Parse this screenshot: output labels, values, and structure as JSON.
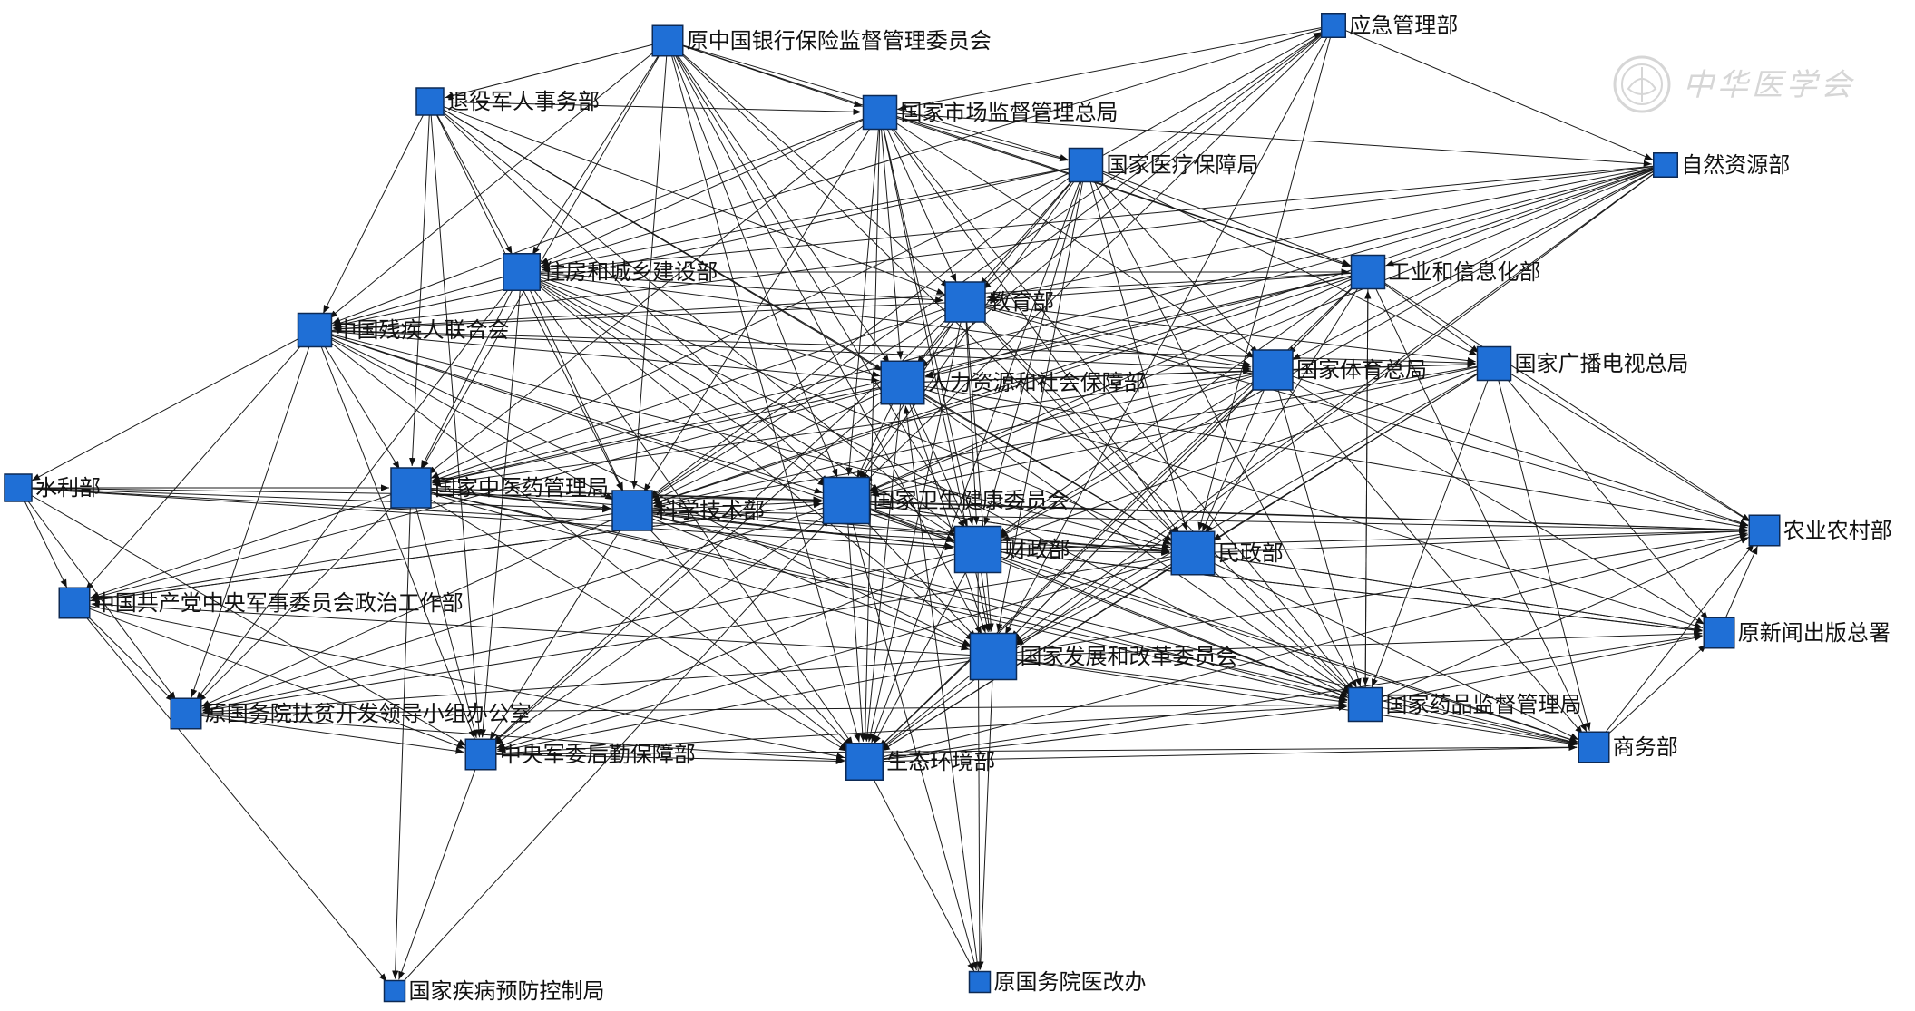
{
  "diagram": {
    "node_color": "#1f6fd6",
    "edge_color": "#1a1a1a",
    "watermark": {
      "text": "中华医学会",
      "icon": "seal-logo"
    },
    "nodes": [
      {
        "id": "yjglb",
        "label": "应急管理部",
        "degree": 3
      },
      {
        "id": "cbirc",
        "label": "原中国银行保险监督管理委员会",
        "degree": 5
      },
      {
        "id": "tyjr",
        "label": "退役军人事务部",
        "degree": 4
      },
      {
        "id": "scjg",
        "label": "国家市场监督管理总局",
        "degree": 6
      },
      {
        "id": "ylbz",
        "label": "国家医疗保障局",
        "degree": 6
      },
      {
        "id": "zrzy",
        "label": "自然资源部",
        "degree": 3
      },
      {
        "id": "zfcx",
        "label": "住房和城乡建设部",
        "degree": 7
      },
      {
        "id": "gxb",
        "label": "工业和信息化部",
        "degree": 6
      },
      {
        "id": "jyb",
        "label": "教育部",
        "degree": 8
      },
      {
        "id": "cl",
        "label": "中国残疾人联合会",
        "degree": 6
      },
      {
        "id": "rsb",
        "label": "人力资源和社会保障部",
        "degree": 9
      },
      {
        "id": "tyzj",
        "label": "国家体育总局",
        "degree": 8
      },
      {
        "id": "gbds",
        "label": "国家广播电视总局",
        "degree": 6
      },
      {
        "id": "slb",
        "label": "水利部",
        "degree": 4
      },
      {
        "id": "zyyj",
        "label": "国家中医药管理局",
        "degree": 8
      },
      {
        "id": "kjb",
        "label": "科学技术部",
        "degree": 8
      },
      {
        "id": "wjw",
        "label": "国家卫生健康委员会",
        "degree": 10
      },
      {
        "id": "czb",
        "label": "财政部",
        "degree": 10
      },
      {
        "id": "mzb",
        "label": "民政部",
        "degree": 9
      },
      {
        "id": "nync",
        "label": "农业农村部",
        "degree": 5
      },
      {
        "id": "zzgz",
        "label": "中国共产党中央军事委员会政治工作部",
        "degree": 5
      },
      {
        "id": "xwcb",
        "label": "原新闻出版总署",
        "degree": 5
      },
      {
        "id": "fgw",
        "label": "国家发展和改革委员会",
        "degree": 10
      },
      {
        "id": "fpb",
        "label": "原国务院扶贫开发领导小组办公室",
        "degree": 5
      },
      {
        "id": "ypjg",
        "label": "国家药品监督管理局",
        "degree": 6
      },
      {
        "id": "hqbz",
        "label": "中央军委后勤保障部",
        "degree": 5
      },
      {
        "id": "sthj",
        "label": "生态环境部",
        "degree": 7
      },
      {
        "id": "swb",
        "label": "商务部",
        "degree": 5
      },
      {
        "id": "jkzx",
        "label": "国家疾病预防控制局",
        "degree": 2
      },
      {
        "id": "ygb",
        "label": "原国务院医改办",
        "degree": 2
      }
    ],
    "edges": [
      [
        "cbirc",
        "scjg"
      ],
      [
        "cbirc",
        "tyjr"
      ],
      [
        "cbirc",
        "zfcx"
      ],
      [
        "cbirc",
        "jyb"
      ],
      [
        "cbirc",
        "rsb"
      ],
      [
        "cbirc",
        "wjw"
      ],
      [
        "cbirc",
        "czb"
      ],
      [
        "cbirc",
        "mzb"
      ],
      [
        "cbirc",
        "fgw"
      ],
      [
        "cbirc",
        "kjb"
      ],
      [
        "cbirc",
        "ylbz"
      ],
      [
        "cbirc",
        "sthj"
      ],
      [
        "cbirc",
        "zyyj"
      ],
      [
        "cbirc",
        "gxb"
      ],
      [
        "cbirc",
        "cl"
      ],
      [
        "tyjr",
        "zfcx"
      ],
      [
        "tyjr",
        "cl"
      ],
      [
        "tyjr",
        "scjg"
      ],
      [
        "tyjr",
        "jyb"
      ],
      [
        "tyjr",
        "rsb"
      ],
      [
        "tyjr",
        "wjw"
      ],
      [
        "tyjr",
        "czb"
      ],
      [
        "tyjr",
        "zyyj"
      ],
      [
        "tyjr",
        "kjb"
      ],
      [
        "tyjr",
        "hqbz"
      ],
      [
        "tyjr",
        "mzb"
      ],
      [
        "scjg",
        "ylbz"
      ],
      [
        "scjg",
        "zfcx"
      ],
      [
        "scjg",
        "jyb"
      ],
      [
        "scjg",
        "rsb"
      ],
      [
        "scjg",
        "wjw"
      ],
      [
        "scjg",
        "czb"
      ],
      [
        "scjg",
        "mzb"
      ],
      [
        "scjg",
        "fgw"
      ],
      [
        "scjg",
        "kjb"
      ],
      [
        "scjg",
        "zyyj"
      ],
      [
        "scjg",
        "gxb"
      ],
      [
        "scjg",
        "tyzj"
      ],
      [
        "scjg",
        "ypjg"
      ],
      [
        "scjg",
        "sthj"
      ],
      [
        "scjg",
        "zrzy"
      ],
      [
        "scjg",
        "cl"
      ],
      [
        "ylbz",
        "zfcx"
      ],
      [
        "ylbz",
        "jyb"
      ],
      [
        "ylbz",
        "rsb"
      ],
      [
        "ylbz",
        "wjw"
      ],
      [
        "ylbz",
        "czb"
      ],
      [
        "ylbz",
        "mzb"
      ],
      [
        "ylbz",
        "fgw"
      ],
      [
        "ylbz",
        "kjb"
      ],
      [
        "ylbz",
        "zyyj"
      ],
      [
        "ylbz",
        "gxb"
      ],
      [
        "ylbz",
        "tyzj"
      ],
      [
        "ylbz",
        "gbds"
      ],
      [
        "ylbz",
        "ypjg"
      ],
      [
        "ylbz",
        "sthj"
      ],
      [
        "ylbz",
        "cl"
      ],
      [
        "ylbz",
        "yjglb"
      ],
      [
        "yjglb",
        "scjg"
      ],
      [
        "yjglb",
        "zrzy"
      ],
      [
        "yjglb",
        "jyb"
      ],
      [
        "yjglb",
        "rsb"
      ],
      [
        "yjglb",
        "wjw"
      ],
      [
        "yjglb",
        "fgw"
      ],
      [
        "yjglb",
        "mzb"
      ],
      [
        "yjglb",
        "kjb"
      ],
      [
        "yjglb",
        "zfcx"
      ],
      [
        "zrzy",
        "gxb"
      ],
      [
        "zrzy",
        "jyb"
      ],
      [
        "zrzy",
        "zfcx"
      ],
      [
        "zrzy",
        "wjw"
      ],
      [
        "zrzy",
        "rsb"
      ],
      [
        "zrzy",
        "fgw"
      ],
      [
        "zrzy",
        "czb"
      ],
      [
        "zrzy",
        "kjb"
      ],
      [
        "zrzy",
        "cl"
      ],
      [
        "zrzy",
        "tyzj"
      ],
      [
        "zrzy",
        "sthj"
      ],
      [
        "zrzy",
        "zyyj"
      ],
      [
        "zfcx",
        "jyb"
      ],
      [
        "zfcx",
        "rsb"
      ],
      [
        "zfcx",
        "wjw"
      ],
      [
        "zfcx",
        "czb"
      ],
      [
        "zfcx",
        "mzb"
      ],
      [
        "zfcx",
        "fgw"
      ],
      [
        "zfcx",
        "kjb"
      ],
      [
        "zfcx",
        "zyyj"
      ],
      [
        "zfcx",
        "gxb"
      ],
      [
        "zfcx",
        "cl"
      ],
      [
        "zfcx",
        "sthj"
      ],
      [
        "zfcx",
        "hqbz"
      ],
      [
        "zfcx",
        "tyzj"
      ],
      [
        "zfcx",
        "ypjg"
      ],
      [
        "zfcx",
        "fpb"
      ],
      [
        "gxb",
        "jyb"
      ],
      [
        "gxb",
        "rsb"
      ],
      [
        "gxb",
        "wjw"
      ],
      [
        "gxb",
        "czb"
      ],
      [
        "gxb",
        "mzb"
      ],
      [
        "gxb",
        "fgw"
      ],
      [
        "gxb",
        "kjb"
      ],
      [
        "gxb",
        "tyzj"
      ],
      [
        "gxb",
        "gbds"
      ],
      [
        "gxb",
        "ypjg"
      ],
      [
        "gxb",
        "sthj"
      ],
      [
        "gxb",
        "cl"
      ],
      [
        "gxb",
        "nync"
      ],
      [
        "gxb",
        "zyyj"
      ],
      [
        "gxb",
        "swb"
      ],
      [
        "jyb",
        "rsb"
      ],
      [
        "jyb",
        "wjw"
      ],
      [
        "jyb",
        "czb"
      ],
      [
        "jyb",
        "mzb"
      ],
      [
        "jyb",
        "fgw"
      ],
      [
        "jyb",
        "kjb"
      ],
      [
        "jyb",
        "tyzj"
      ],
      [
        "jyb",
        "cl"
      ],
      [
        "jyb",
        "zyyj"
      ],
      [
        "jyb",
        "gbds"
      ],
      [
        "jyb",
        "sthj"
      ],
      [
        "jyb",
        "ypjg"
      ],
      [
        "jyb",
        "nync"
      ],
      [
        "jyb",
        "hqbz"
      ],
      [
        "cl",
        "rsb"
      ],
      [
        "cl",
        "wjw"
      ],
      [
        "cl",
        "czb"
      ],
      [
        "cl",
        "mzb"
      ],
      [
        "cl",
        "fgw"
      ],
      [
        "cl",
        "kjb"
      ],
      [
        "cl",
        "zyyj"
      ],
      [
        "cl",
        "slb"
      ],
      [
        "cl",
        "zzgz"
      ],
      [
        "cl",
        "fpb"
      ],
      [
        "cl",
        "hqbz"
      ],
      [
        "cl",
        "sthj"
      ],
      [
        "cl",
        "tyzj"
      ],
      [
        "cl",
        "gbds"
      ],
      [
        "rsb",
        "wjw"
      ],
      [
        "rsb",
        "czb"
      ],
      [
        "rsb",
        "mzb"
      ],
      [
        "rsb",
        "fgw"
      ],
      [
        "rsb",
        "kjb"
      ],
      [
        "rsb",
        "tyzj"
      ],
      [
        "rsb",
        "zyyj"
      ],
      [
        "rsb",
        "gbds"
      ],
      [
        "rsb",
        "sthj"
      ],
      [
        "rsb",
        "ypjg"
      ],
      [
        "rsb",
        "nync"
      ],
      [
        "rsb",
        "hqbz"
      ],
      [
        "rsb",
        "xwcb"
      ],
      [
        "rsb",
        "zzgz"
      ],
      [
        "tyzj",
        "wjw"
      ],
      [
        "tyzj",
        "czb"
      ],
      [
        "tyzj",
        "mzb"
      ],
      [
        "tyzj",
        "fgw"
      ],
      [
        "tyzj",
        "kjb"
      ],
      [
        "tyzj",
        "gbds"
      ],
      [
        "tyzj",
        "ypjg"
      ],
      [
        "tyzj",
        "sthj"
      ],
      [
        "tyzj",
        "nync"
      ],
      [
        "tyzj",
        "xwcb"
      ],
      [
        "tyzj",
        "swb"
      ],
      [
        "tyzj",
        "zyyj"
      ],
      [
        "gbds",
        "wjw"
      ],
      [
        "gbds",
        "czb"
      ],
      [
        "gbds",
        "mzb"
      ],
      [
        "gbds",
        "fgw"
      ],
      [
        "gbds",
        "kjb"
      ],
      [
        "gbds",
        "nync"
      ],
      [
        "gbds",
        "xwcb"
      ],
      [
        "gbds",
        "swb"
      ],
      [
        "gbds",
        "ypjg"
      ],
      [
        "gbds",
        "sthj"
      ],
      [
        "slb",
        "zyyj"
      ],
      [
        "slb",
        "kjb"
      ],
      [
        "slb",
        "wjw"
      ],
      [
        "slb",
        "czb"
      ],
      [
        "slb",
        "zzgz"
      ],
      [
        "slb",
        "fpb"
      ],
      [
        "slb",
        "mzb"
      ],
      [
        "slb",
        "hqbz"
      ],
      [
        "zyyj",
        "kjb"
      ],
      [
        "zyyj",
        "wjw"
      ],
      [
        "zyyj",
        "czb"
      ],
      [
        "zyyj",
        "mzb"
      ],
      [
        "zyyj",
        "fgw"
      ],
      [
        "zyyj",
        "zzgz"
      ],
      [
        "zyyj",
        "fpb"
      ],
      [
        "zyyj",
        "hqbz"
      ],
      [
        "zyyj",
        "sthj"
      ],
      [
        "zyyj",
        "ypjg"
      ],
      [
        "zyyj",
        "nync"
      ],
      [
        "zyyj",
        "jkzx"
      ],
      [
        "zyyj",
        "swb"
      ],
      [
        "kjb",
        "wjw"
      ],
      [
        "kjb",
        "czb"
      ],
      [
        "kjb",
        "mzb"
      ],
      [
        "kjb",
        "fgw"
      ],
      [
        "kjb",
        "zzgz"
      ],
      [
        "kjb",
        "fpb"
      ],
      [
        "kjb",
        "hqbz"
      ],
      [
        "kjb",
        "sthj"
      ],
      [
        "kjb",
        "ypjg"
      ],
      [
        "kjb",
        "nync"
      ],
      [
        "kjb",
        "xwcb"
      ],
      [
        "kjb",
        "swb"
      ],
      [
        "wjw",
        "czb"
      ],
      [
        "wjw",
        "mzb"
      ],
      [
        "wjw",
        "fgw"
      ],
      [
        "wjw",
        "sthj"
      ],
      [
        "wjw",
        "ypjg"
      ],
      [
        "wjw",
        "nync"
      ],
      [
        "wjw",
        "xwcb"
      ],
      [
        "wjw",
        "swb"
      ],
      [
        "wjw",
        "hqbz"
      ],
      [
        "wjw",
        "fpb"
      ],
      [
        "wjw",
        "zzgz"
      ],
      [
        "wjw",
        "ygb"
      ],
      [
        "czb",
        "mzb"
      ],
      [
        "czb",
        "fgw"
      ],
      [
        "czb",
        "sthj"
      ],
      [
        "czb",
        "ypjg"
      ],
      [
        "czb",
        "nync"
      ],
      [
        "czb",
        "xwcb"
      ],
      [
        "czb",
        "swb"
      ],
      [
        "czb",
        "hqbz"
      ],
      [
        "czb",
        "fpb"
      ],
      [
        "czb",
        "ygb"
      ],
      [
        "mzb",
        "fgw"
      ],
      [
        "mzb",
        "sthj"
      ],
      [
        "mzb",
        "ypjg"
      ],
      [
        "mzb",
        "nync"
      ],
      [
        "mzb",
        "xwcb"
      ],
      [
        "mzb",
        "swb"
      ],
      [
        "mzb",
        "hqbz"
      ],
      [
        "mzb",
        "fpb"
      ],
      [
        "fgw",
        "sthj"
      ],
      [
        "fgw",
        "ypjg"
      ],
      [
        "fgw",
        "nync"
      ],
      [
        "fgw",
        "xwcb"
      ],
      [
        "fgw",
        "swb"
      ],
      [
        "fgw",
        "hqbz"
      ],
      [
        "fgw",
        "fpb"
      ],
      [
        "fgw",
        "zzgz"
      ],
      [
        "fgw",
        "ygb"
      ],
      [
        "zzgz",
        "fpb"
      ],
      [
        "zzgz",
        "hqbz"
      ],
      [
        "zzgz",
        "sthj"
      ],
      [
        "zzgz",
        "wjw"
      ],
      [
        "zzgz",
        "jkzx"
      ],
      [
        "fpb",
        "hqbz"
      ],
      [
        "fpb",
        "sthj"
      ],
      [
        "fpb",
        "ypjg"
      ],
      [
        "hqbz",
        "sthj"
      ],
      [
        "hqbz",
        "ypjg"
      ],
      [
        "hqbz",
        "jkzx"
      ],
      [
        "hqbz",
        "swb"
      ],
      [
        "sthj",
        "ypjg"
      ],
      [
        "sthj",
        "swb"
      ],
      [
        "sthj",
        "nync"
      ],
      [
        "sthj",
        "xwcb"
      ],
      [
        "sthj",
        "ygb"
      ],
      [
        "ypjg",
        "swb"
      ],
      [
        "ypjg",
        "xwcb"
      ],
      [
        "ypjg",
        "nync"
      ],
      [
        "ypjg",
        "gxb"
      ],
      [
        "swb",
        "xwcb"
      ],
      [
        "swb",
        "nync"
      ],
      [
        "xwcb",
        "nync"
      ],
      [
        "jkzx",
        "wjw"
      ],
      [
        "ygb",
        "rsb"
      ]
    ]
  }
}
